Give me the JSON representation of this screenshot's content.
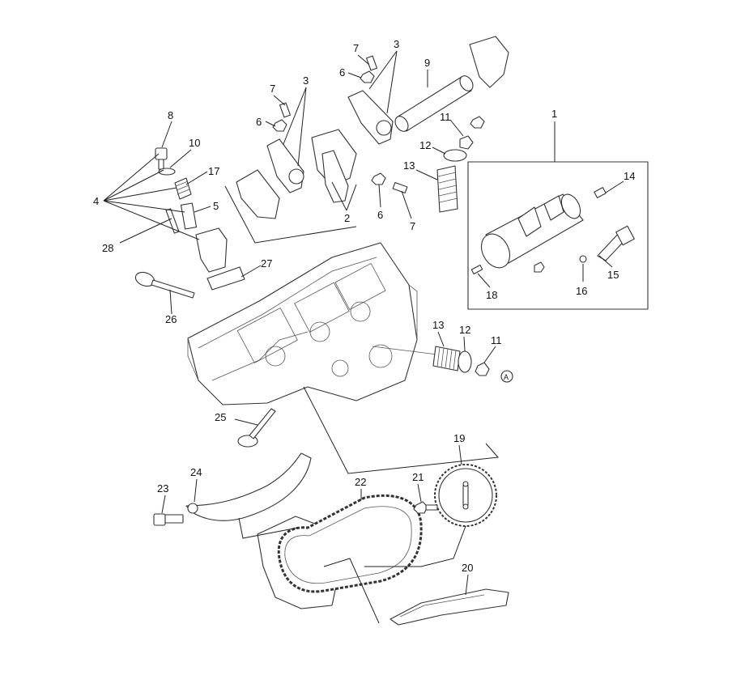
{
  "callouts": [
    {
      "id": "1",
      "label": "1"
    },
    {
      "id": "2",
      "label": "2"
    },
    {
      "id": "3a",
      "label": "3"
    },
    {
      "id": "3b",
      "label": "3"
    },
    {
      "id": "4",
      "label": "4"
    },
    {
      "id": "5",
      "label": "5"
    },
    {
      "id": "6a",
      "label": "6"
    },
    {
      "id": "6b",
      "label": "6"
    },
    {
      "id": "6c",
      "label": "6"
    },
    {
      "id": "7a",
      "label": "7"
    },
    {
      "id": "7b",
      "label": "7"
    },
    {
      "id": "7c",
      "label": "7"
    },
    {
      "id": "8",
      "label": "8"
    },
    {
      "id": "9",
      "label": "9"
    },
    {
      "id": "10",
      "label": "10"
    },
    {
      "id": "11a",
      "label": "11"
    },
    {
      "id": "11b",
      "label": "11"
    },
    {
      "id": "12a",
      "label": "12"
    },
    {
      "id": "12b",
      "label": "12"
    },
    {
      "id": "13a",
      "label": "13"
    },
    {
      "id": "13b",
      "label": "13"
    },
    {
      "id": "14",
      "label": "14"
    },
    {
      "id": "15",
      "label": "15"
    },
    {
      "id": "16",
      "label": "16"
    },
    {
      "id": "17",
      "label": "17"
    },
    {
      "id": "18",
      "label": "18"
    },
    {
      "id": "19",
      "label": "19"
    },
    {
      "id": "20",
      "label": "20"
    },
    {
      "id": "21",
      "label": "21"
    },
    {
      "id": "22",
      "label": "22"
    },
    {
      "id": "23",
      "label": "23"
    },
    {
      "id": "24",
      "label": "24"
    },
    {
      "id": "25",
      "label": "25"
    },
    {
      "id": "26",
      "label": "26"
    },
    {
      "id": "27",
      "label": "27"
    },
    {
      "id": "28",
      "label": "28"
    }
  ],
  "markers": {
    "ref_a": "A"
  }
}
